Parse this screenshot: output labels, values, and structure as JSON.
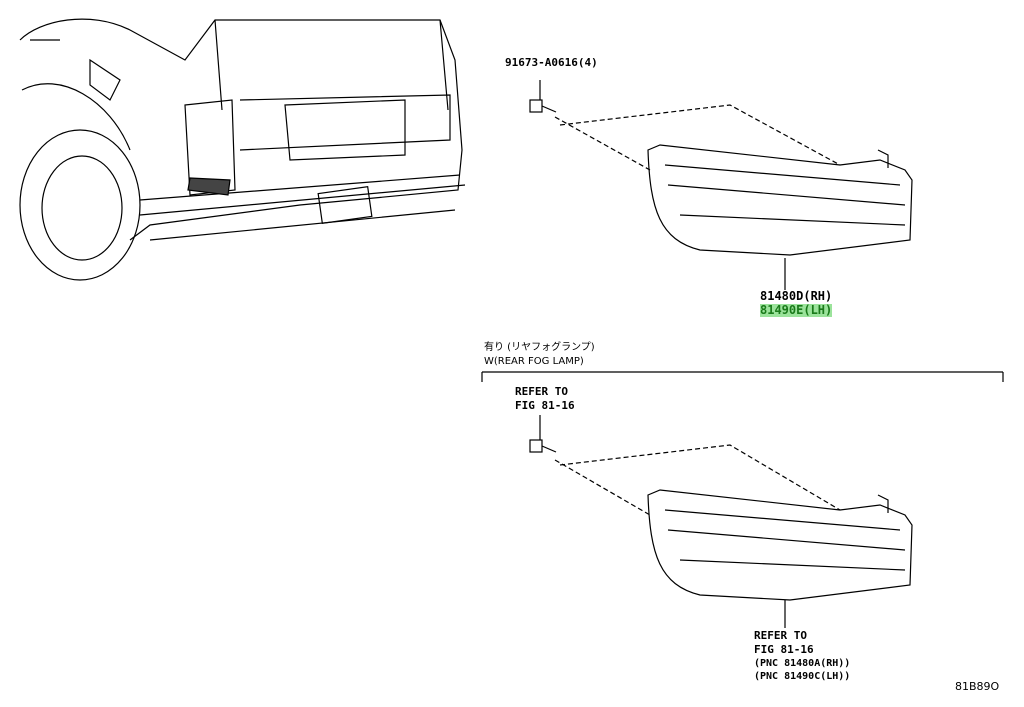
{
  "diagram": {
    "code": "81B89O",
    "main_part": {
      "bolt_part_number": "91673-A0616(4)",
      "lamp_rh": "81480D(RH)",
      "lamp_lh": "81490E(LH)",
      "highlight_color": "#9be39b"
    },
    "fog_lamp_variant": {
      "heading_jp": "有り (リヤフォグランプ)",
      "heading_en": "W(REAR FOG LAMP)",
      "bolt_ref_line1": "REFER TO",
      "bolt_ref_line2": "FIG 81-16",
      "lamp_ref_line1": "REFER TO",
      "lamp_ref_line2": "FIG 81-16",
      "pnc_rh": "(PNC 81480A(RH))",
      "pnc_lh": "(PNC 81490C(LH))"
    }
  }
}
